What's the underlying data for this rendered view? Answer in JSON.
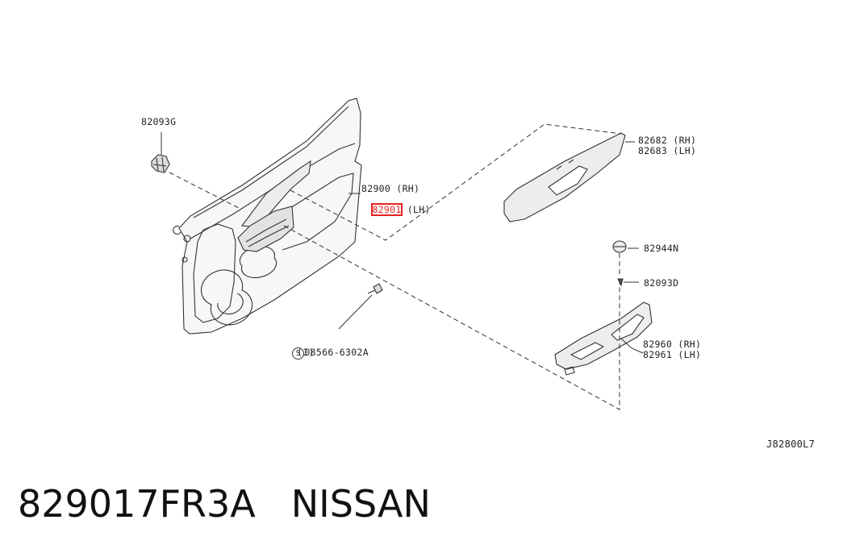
{
  "diagram_code": "J82800L7",
  "labels": {
    "clip_top": "82093G",
    "trim_rh": "82900 (RH)",
    "trim_lh_code": "82901",
    "trim_lh_side": "(LH)",
    "finisher_rh": "82682 (RH)",
    "finisher_lh": "82683 (LH)",
    "cap": "82944N",
    "clip_right": "82093D",
    "switch_rh": "82960 (RH)",
    "switch_lh": "82961 (LH)",
    "screw_code": "08566-6302A",
    "screw_qty": "(1)",
    "screw_symbol": "S"
  },
  "caption": {
    "part_number": "829017FR3A",
    "brand": "NISSAN"
  },
  "highlight_color": "#e8231f"
}
